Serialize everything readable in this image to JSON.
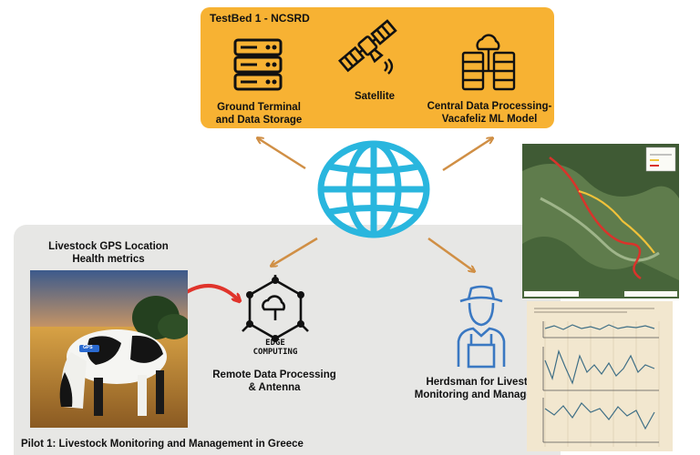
{
  "testbed": {
    "title": "TestBed 1 - NCSRD",
    "terminal": {
      "line1": "Ground Terminal",
      "line2": "and Data Storage"
    },
    "satellite": {
      "label": "Satellite"
    },
    "central": {
      "line1": "Central Data Processing-",
      "line2": "Vacafeliz ML Model"
    }
  },
  "pilot": {
    "gps": {
      "line1": "Livestock GPS Location",
      "line2": "Health metrics"
    },
    "edge": {
      "icon_line1": "EDGE",
      "icon_line2": "COMPUTING",
      "line1": "Remote Data Processing",
      "line2": "& Antenna"
    },
    "herdsman": {
      "line1": "Herdsman for Livestock",
      "line2": "Monitoring and Management"
    },
    "caption": "Pilot 1: Livestock Monitoring and Management in Greece",
    "collar_tag": "GPS"
  },
  "colors": {
    "testbed_bg": "#f7b233",
    "pilot_bg": "#e7e7e5",
    "globe": "#29b6de",
    "arrows": "#d08f45",
    "red_arrow": "#e0342b",
    "herdsman": "#3a78c2"
  },
  "icons": [
    "server-icon",
    "satellite-icon",
    "data-center-icon",
    "globe-icon",
    "edge-computing-icon",
    "herdsman-icon"
  ]
}
